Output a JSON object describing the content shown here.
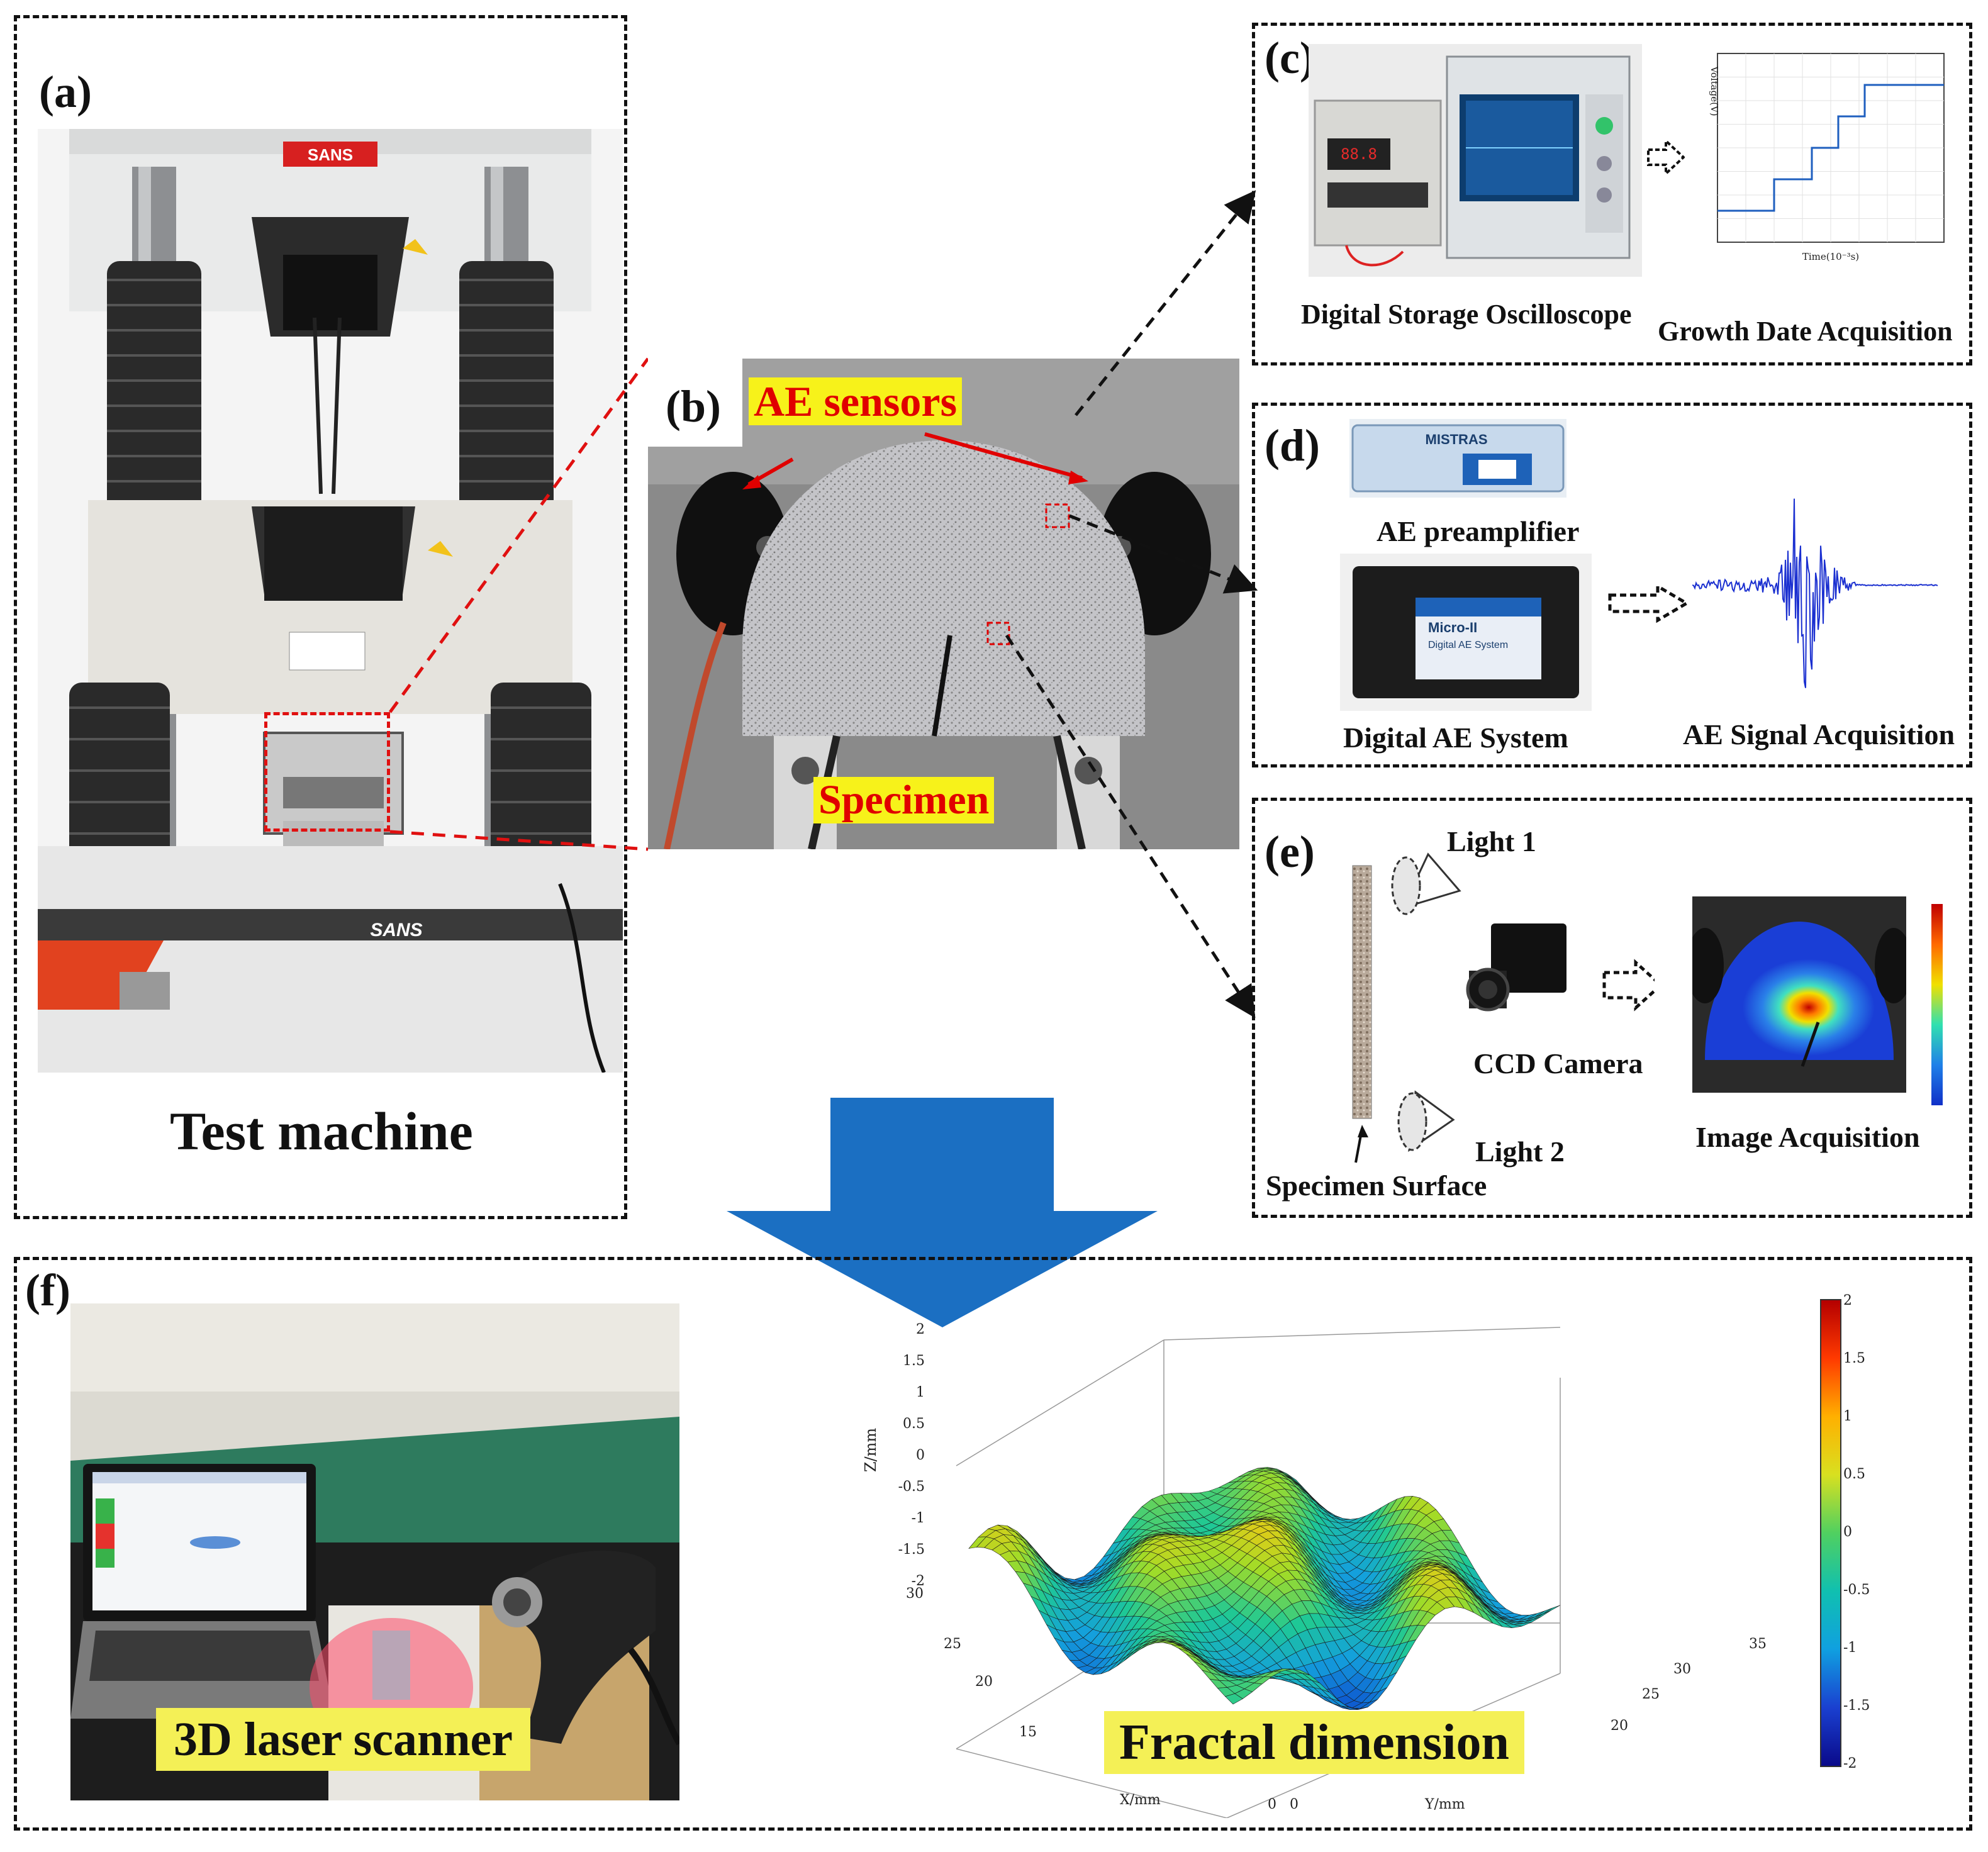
{
  "panels": {
    "a": {
      "label": "(a)",
      "caption": "Test machine",
      "brand_top": "SANS",
      "brand_base": "SANS"
    },
    "b": {
      "label": "(b)",
      "sensors_text": "AE sensors",
      "specimen_text": "Specimen"
    },
    "c": {
      "label": "(c)",
      "device_caption": "Digital Storage Oscilloscope",
      "chart_caption": "Growth Date Acquisition",
      "xaxis": "Time(10⁻³s)",
      "yaxis": "Voltage(V)"
    },
    "d": {
      "label": "(d)",
      "preamp_caption": "AE preamplifier",
      "system_caption": "Digital AE System",
      "signal_caption": "AE Signal Acquisition",
      "preamp_brand": "MISTRAS",
      "system_brand": "Micro-II",
      "system_sub": "Digital AE System"
    },
    "e": {
      "label": "(e)",
      "light1": "Light 1",
      "light2": "Light 2",
      "camera": "CCD Camera",
      "surface": "Specimen Surface",
      "image_caption": "Image Acquisition"
    },
    "f": {
      "label": "(f)",
      "scanner_caption": "3D laser scanner",
      "fractal_caption": "Fractal dimension",
      "zlabel": "Z/mm",
      "xlabel": "X/mm",
      "ylabel": "Y/mm",
      "z_ticks": [
        "2",
        "1.5",
        "1",
        "0.5",
        "0",
        "-0.5",
        "-1",
        "-1.5",
        "-2"
      ],
      "x_ticks": [
        "30",
        "25",
        "20",
        "15",
        "0"
      ],
      "y_ticks": [
        "0",
        "20",
        "25",
        "30",
        "35"
      ],
      "colorbar_ticks": [
        "2",
        "1.5",
        "1",
        "0.5",
        "0",
        "-0.5",
        "-1",
        "-1.5",
        "-2"
      ]
    }
  },
  "chart_data": {
    "type": "line",
    "title": "",
    "xlabel": "Time(10⁻³s)",
    "ylabel": "Voltage(V)",
    "x": [
      0,
      1.5,
      1.5,
      2.5,
      2.5,
      3.2,
      3.2,
      3.9,
      3.9,
      6
    ],
    "values": [
      1,
      1,
      2,
      2,
      3,
      3,
      4,
      4,
      5,
      5
    ],
    "grid": true
  },
  "colors": {
    "accent_blue": "#1b6fc2",
    "highlight_yellow": "#f7f21a",
    "label_red": "#e00000"
  }
}
